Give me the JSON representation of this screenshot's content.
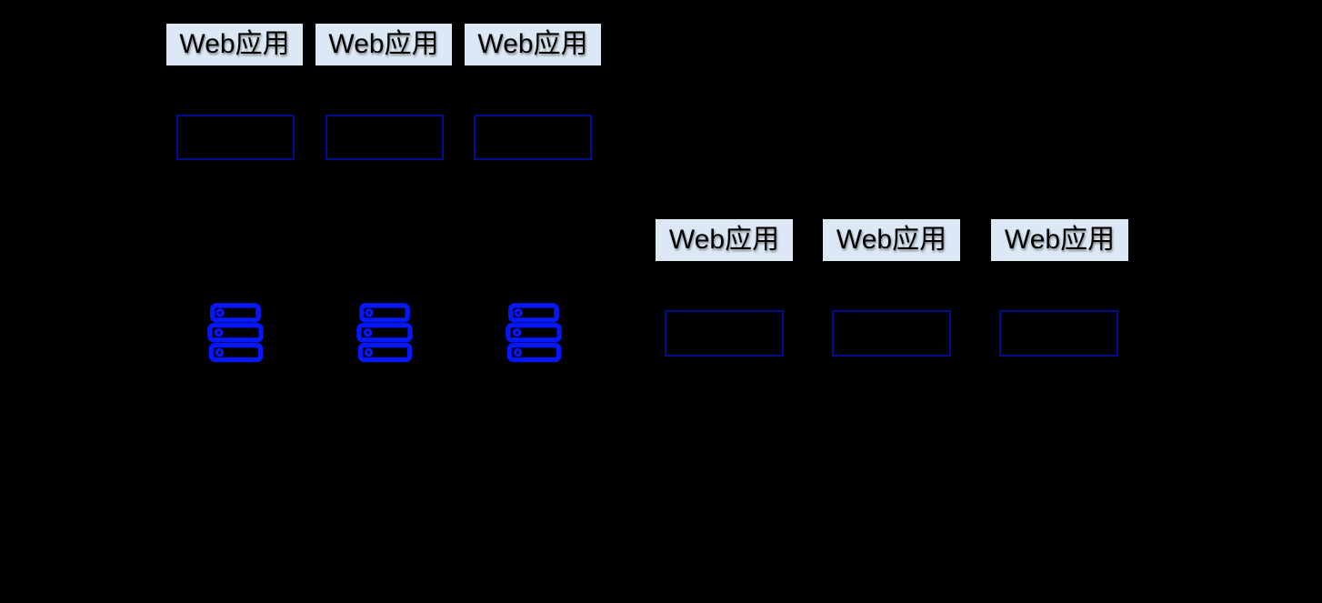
{
  "colors": {
    "background": "#000000",
    "label_bg": "#dce8f5",
    "label_text": "#000000",
    "box_border": "#000d8f",
    "server_icon_blue": "#0617fc"
  },
  "left_cluster": {
    "app_labels": [
      "Web应用",
      "Web应用",
      "Web应用"
    ],
    "empty_box_count": 3
  },
  "right_cluster": {
    "app_labels": [
      "Web应用",
      "Web应用",
      "Web应用"
    ],
    "empty_box_count": 3
  },
  "server_icon_count": 3
}
